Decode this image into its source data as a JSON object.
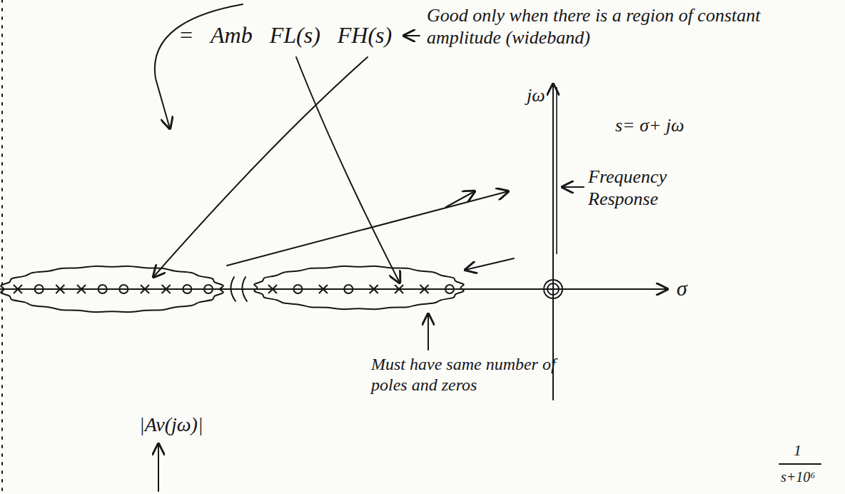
{
  "diagram": {
    "labels": [
      "= Amb FL(s) FH(s)",
      "Good only when there is a region of constant amplitude (wideband)",
      "jω",
      "s= σ+ jω",
      "Frequency Response",
      "σ",
      "|Av(jω)|",
      "Must have same number of poles and zeros",
      "1",
      "s+10⁶"
    ]
  }
}
